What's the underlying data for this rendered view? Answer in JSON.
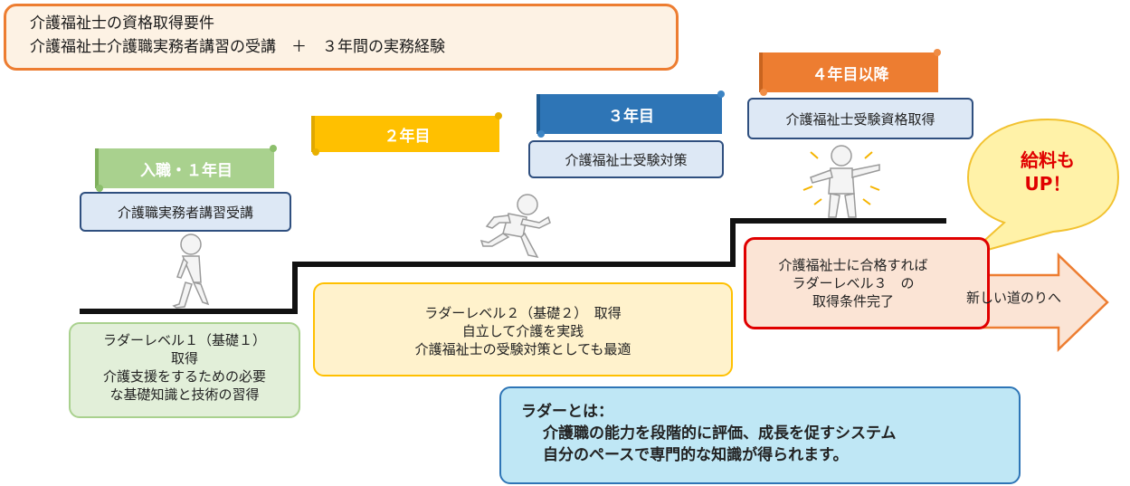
{
  "header": {
    "line1": "介護福祉士の資格取得要件",
    "line2": "介護福祉士介護職実務者講習の受講　＋　３年間の実務経験"
  },
  "steps": [
    {
      "banner": "入職・１年目",
      "label": "介護職実務者講習受講"
    },
    {
      "banner": "２年目"
    },
    {
      "banner": "３年目",
      "label": "介護福祉士受験対策"
    },
    {
      "banner": "４年目以降",
      "label": "介護福祉士受験資格取得"
    }
  ],
  "level1": {
    "line1": "ラダーレベル１（基礎１）",
    "line2": "取得",
    "line3": "介護支援をするための必要",
    "line4": "な基礎知識と技術の習得"
  },
  "level2": {
    "line1": "ラダーレベル２（基礎２）　取得",
    "line2": "自立して介護を実践",
    "line3": "介護福祉士の受験対策としても最適"
  },
  "level3": {
    "line1": "介護福祉士に合格すれば",
    "line2": "ラダーレベル３　の",
    "line3": "取得条件完了"
  },
  "arrow": {
    "label": "新しい道のりへ"
  },
  "bubble": {
    "line1": "給料も",
    "line2": "UP！"
  },
  "ladder_note": {
    "heading": "ラダーとは：",
    "line1": "介護職の能力を段階的に評価、成長を促すシステム",
    "line2": "自分のペースで専門的な知識が得られます。"
  },
  "colors": {
    "header_border": "#ed7d31",
    "banner_green": "#a9d18e",
    "banner_yellow": "#ffc000",
    "banner_blue": "#2e75b6",
    "banner_orange": "#ed7d31",
    "alert_red": "#e00000",
    "arrow_fill": "#fbe4d5"
  }
}
